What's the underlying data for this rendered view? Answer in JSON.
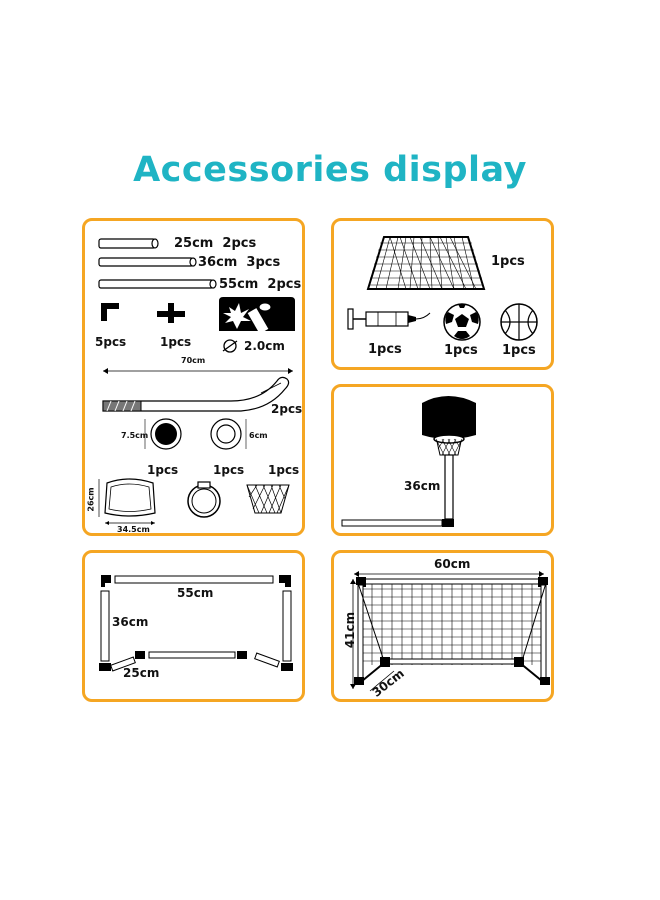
{
  "title": "Accessories display",
  "panel_parts": {
    "tubes": [
      {
        "length": "25cm",
        "qty": "2pcs"
      },
      {
        "length": "36cm",
        "qty": "3pcs"
      },
      {
        "length": "55cm",
        "qty": "2pcs"
      }
    ],
    "elbow_qty": "5pcs",
    "tee_qty": "1pcs",
    "diameter": "2.0cm",
    "stick_length": "70cm",
    "stick_qty": "2pcs",
    "puck_size": "7.5cm",
    "ring_size": "6cm",
    "board_qty": "1pcs",
    "hoop_qty": "1pcs",
    "net_qty": "1pcs",
    "board_height": "26cm",
    "board_width": "34.5cm"
  },
  "panel_balls": {
    "goal_net_qty": "1pcs",
    "pump_qty": "1pcs",
    "soccer_qty": "1pcs",
    "basketball_qty": "1pcs"
  },
  "panel_hoop": {
    "pole_length": "36cm"
  },
  "panel_frame": {
    "top": "55cm",
    "side": "36cm",
    "depth": "25cm"
  },
  "panel_goal": {
    "width": "60cm",
    "height": "41cm",
    "depth": "30cm"
  }
}
